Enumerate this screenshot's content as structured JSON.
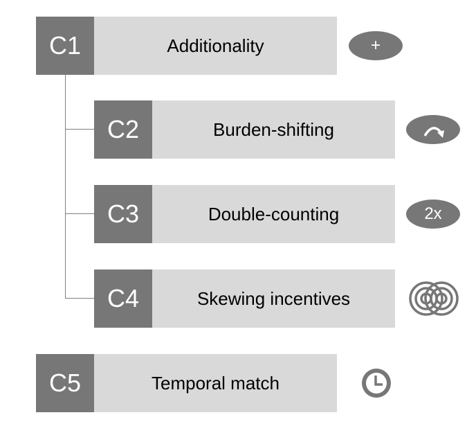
{
  "colors": {
    "dark": "#777777",
    "light": "#d9d9d9",
    "line": "#7f7f7f"
  },
  "items": [
    {
      "code": "C1",
      "label": "Additionality",
      "icon": "plus-icon",
      "icon_text": "+"
    },
    {
      "code": "C2",
      "label": "Burden-shifting",
      "icon": "curved-arrow-icon"
    },
    {
      "code": "C3",
      "label": "Double-counting",
      "icon": "double-icon",
      "icon_text": "2x"
    },
    {
      "code": "C4",
      "label": "Skewing incentives",
      "icon": "overlapping-circles-icon"
    },
    {
      "code": "C5",
      "label": "Temporal match",
      "icon": "clock-icon"
    }
  ]
}
